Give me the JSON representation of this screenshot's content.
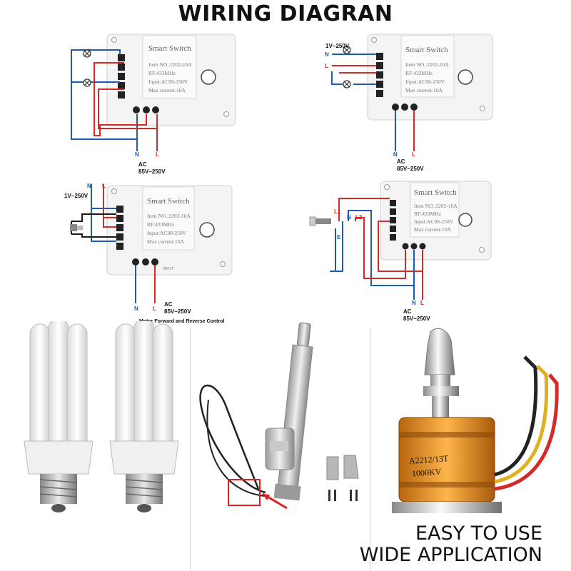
{
  "title": "WIRING DIAGRAN",
  "device": {
    "name": "Smart Switch",
    "item": "Item NO.:2202-10A",
    "rf": "RF:433MHz",
    "input": "Input:AC90-250V",
    "current": "Max current:10A"
  },
  "labels": {
    "n": "N",
    "l": "L",
    "ac": "AC",
    "ac_range": "85V~250V",
    "dc_range": "1V~250V",
    "l1": "L1",
    "l2": "L2",
    "e": "E",
    "input": "INPUT",
    "motor_caption": "Motor Forward and Reverse Control"
  },
  "motor_label": {
    "model": "A2212/13T",
    "kv": "1000KV"
  },
  "slogan": {
    "line1": "EASY TO USE",
    "line2": "WIDE APPLICATION"
  },
  "colors": {
    "neutral": "#1e5bb5",
    "live": "#d42a2a",
    "black": "#1a1a1a",
    "box": "#f4f4f4",
    "motor": "#e0901e"
  }
}
